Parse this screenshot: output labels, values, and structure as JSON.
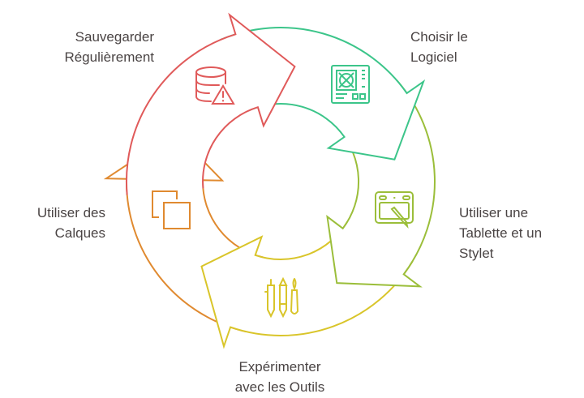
{
  "steps": [
    {
      "label_line1": "Choisir le",
      "label_line2": "Logiciel",
      "icon": "motherboard-icon",
      "color": "#3CC58A"
    },
    {
      "label_line1": "Utiliser une",
      "label_line2": "Tablette et un",
      "label_line3": "Stylet",
      "icon": "graphics-tablet-icon",
      "color": "#9BBE3A"
    },
    {
      "label_line1": "Expérimenter",
      "label_line2": "avec les Outils",
      "icon": "pens-brushes-icon",
      "color": "#D9C52A"
    },
    {
      "label_line1": "Utiliser des",
      "label_line2": "Calques",
      "icon": "layers-icon",
      "color": "#E08A30"
    },
    {
      "label_line1": "Sauvegarder",
      "label_line2": "Régulièrement",
      "icon": "database-warning-icon",
      "color": "#E05A5A"
    }
  ]
}
